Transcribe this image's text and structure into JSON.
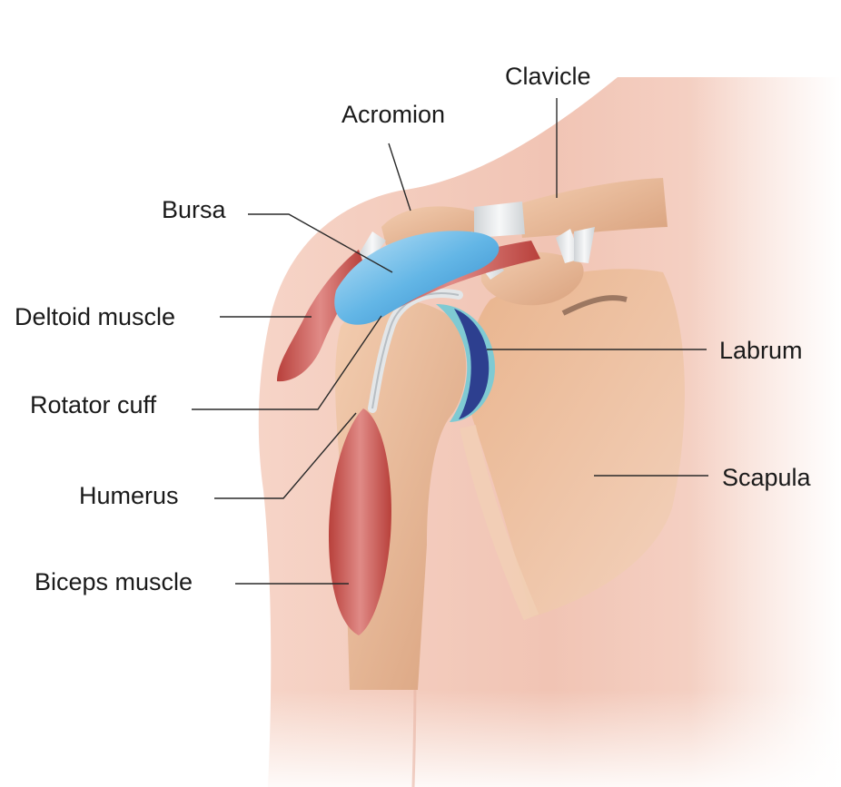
{
  "diagram": {
    "labels": {
      "clavicle": "Clavicle",
      "acromion": "Acromion",
      "bursa": "Bursa",
      "deltoid_muscle": "Deltoid muscle",
      "rotator_cuff": "Rotator cuff",
      "humerus": "Humerus",
      "biceps_muscle": "Biceps muscle",
      "labrum": "Labrum",
      "scapula": "Scapula"
    },
    "colors": {
      "skin": "#f3c9bb",
      "bone": "#e9b995",
      "muscle": "#c9564f",
      "bursa": "#5fb3e3",
      "labrum": "#2d3f8f",
      "ligament": "#e6e8ea"
    }
  }
}
